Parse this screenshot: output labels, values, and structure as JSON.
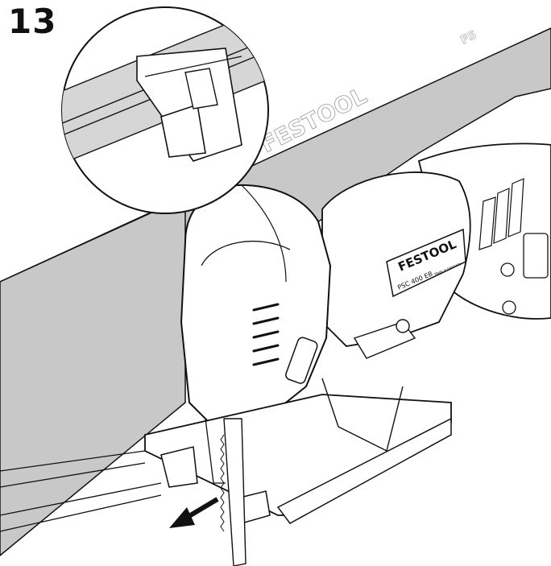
{
  "step": {
    "number": "13"
  },
  "rail": {
    "brand": "FESTOOL",
    "code": "FS"
  },
  "saw": {
    "brand": "FESTOOL",
    "model": "PSC 400 EB",
    "origin": "Made in Germany"
  },
  "colors": {
    "rail_gray": "#c8c8c8",
    "line": "#111111",
    "body": "#ffffff"
  },
  "icons": [
    "arrow-icon",
    "detail-magnifier"
  ]
}
